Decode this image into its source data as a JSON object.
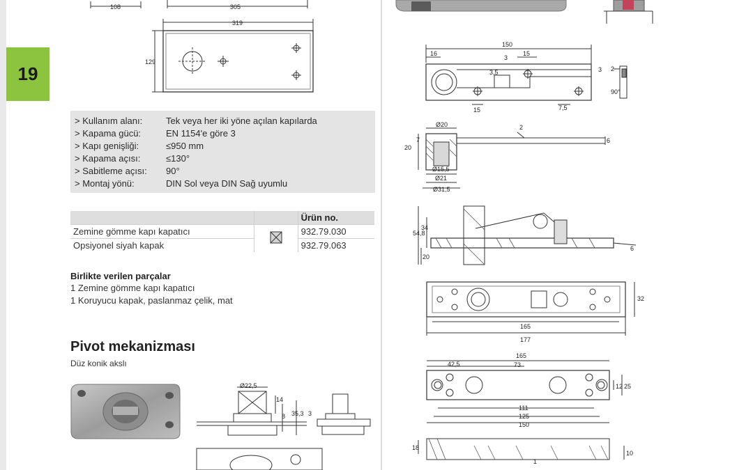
{
  "page_number": "19",
  "specs": [
    {
      "key": "> Kullanım alanı:",
      "value": "Tek veya her iki yöne açılan kapılarda"
    },
    {
      "key": "> Kapama gücü:",
      "value": "EN 1154'e göre 3"
    },
    {
      "key": "> Kapı genişliği:",
      "value": "≤950 mm"
    },
    {
      "key": "> Kapama açısı:",
      "value": "≤130°"
    },
    {
      "key": "> Sabitleme açısı:",
      "value": "90°"
    },
    {
      "key": "> Montaj yönü:",
      "value": "DIN Sol veya DIN Sağ uyumlu"
    }
  ],
  "product_table": {
    "header": "Ürün no.",
    "rows": [
      {
        "name": "Zemine gömme kapı kapatıcı",
        "number": "932.79.030"
      },
      {
        "name": "Opsiyonel siyah kapak",
        "number": "932.79.063"
      }
    ]
  },
  "included": {
    "title": "Birlikte verilen parçalar",
    "items": [
      "1 Zemine gömme kapı kapatıcı",
      "1 Koruyucu kapak, paslanmaz çelik, mat"
    ]
  },
  "pivot": {
    "title": "Pivot mekanizması",
    "subtitle": "Düz konik akslı"
  },
  "dims": {
    "top_108": "108",
    "top_305": "305",
    "top_319": "319",
    "top_129": "129",
    "a_150": "150",
    "a_16": "16",
    "a_3": "3",
    "a_15": "15",
    "a_35": "3,5",
    "a_3r": "3",
    "a_15b": "15",
    "a_75": "7,5",
    "a_2": "2",
    "a_90": "90°",
    "b_20d": "Ø20",
    "b_2": "2",
    "b_20": "20",
    "b_7": "7",
    "b_6": "6",
    "b_155": "Ø15,5",
    "b_21": "Ø21",
    "b_315": "Ø31,5",
    "c_548": "54,8",
    "c_34": "34",
    "c_20": "20",
    "c_6": "6",
    "d_165": "165",
    "d_177": "177",
    "d_32": "32",
    "e_165": "165",
    "e_425": "42,5",
    "e_73": "73",
    "e_111": "111",
    "e_125": "125",
    "e_150": "150",
    "e_12": "12",
    "e_25": "25",
    "f_18": "18",
    "f_10": "10",
    "f_1": "1",
    "p_225": "Ø22,5",
    "p_14": "14",
    "p_8": "8",
    "p_353": "35,3",
    "p_3": "3"
  }
}
